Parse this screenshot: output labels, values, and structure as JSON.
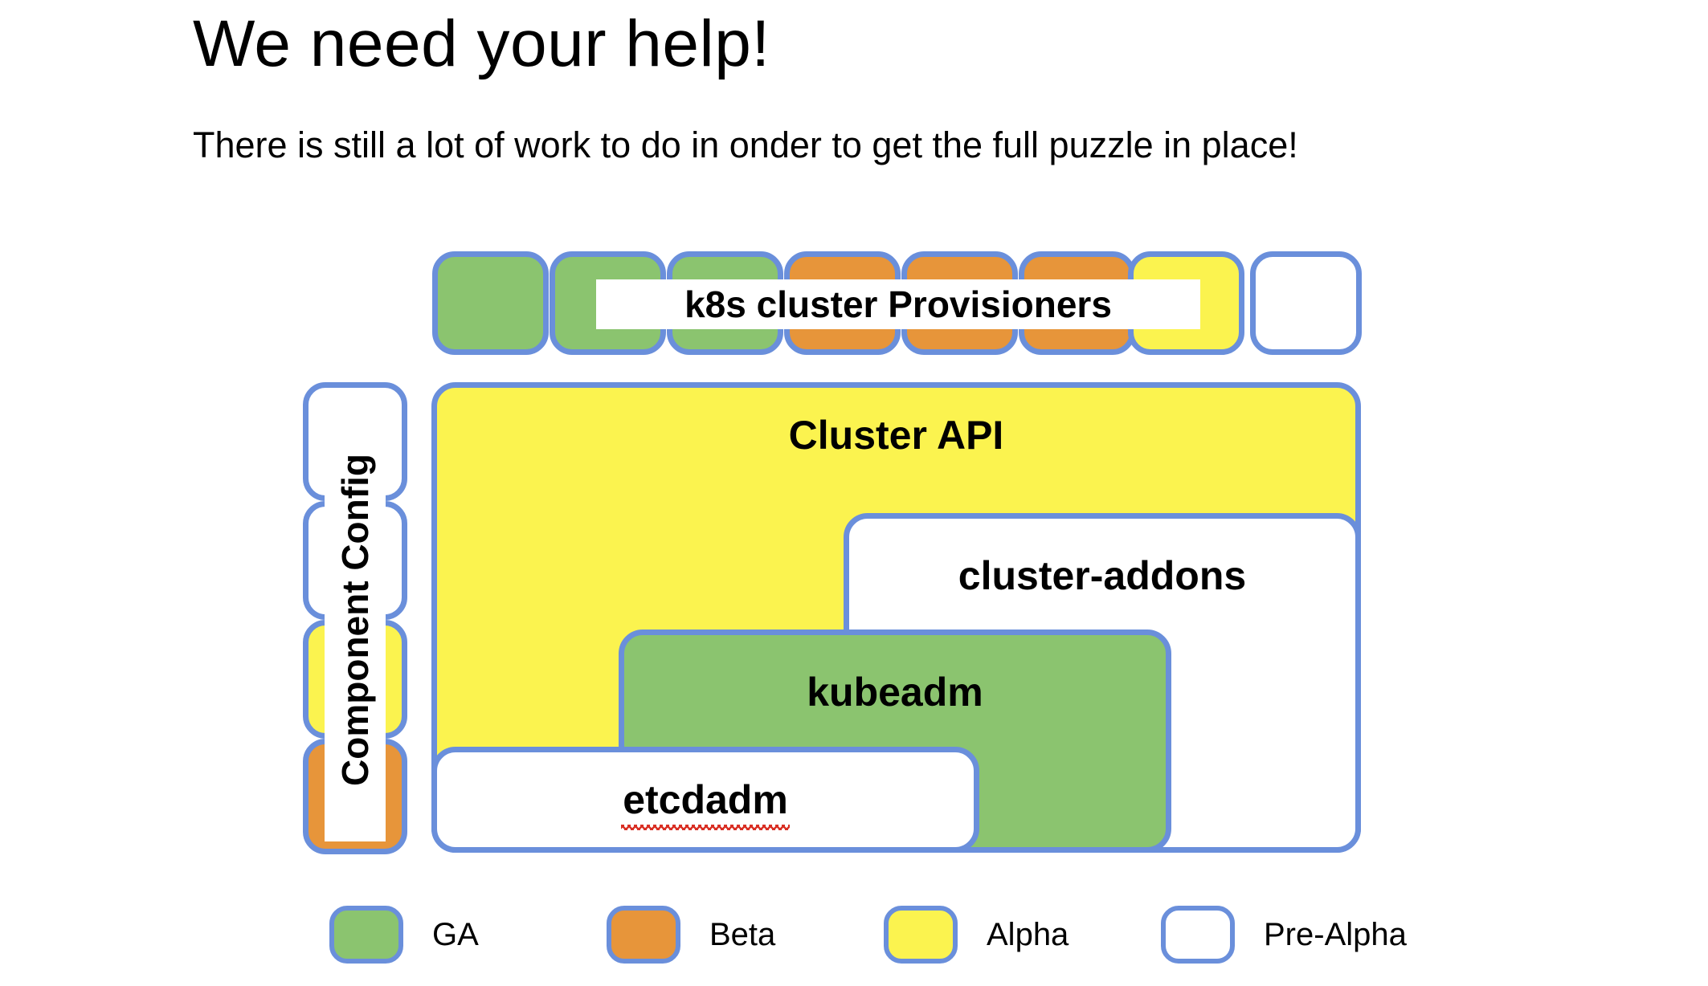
{
  "slide": {
    "title": "We need your help!",
    "subtitle": "There is still a lot of work to do in onder to get the full puzzle in place!"
  },
  "provisioner_row": {
    "label": "k8s cluster Provisioners",
    "tiles": [
      {
        "status": "GA",
        "color": "#8bc46f"
      },
      {
        "status": "GA",
        "color": "#8bc46f"
      },
      {
        "status": "GA",
        "color": "#8bc46f"
      },
      {
        "status": "Beta",
        "color": "#e7953a"
      },
      {
        "status": "Beta",
        "color": "#e7953a"
      },
      {
        "status": "Beta",
        "color": "#e7953a"
      },
      {
        "status": "Alpha",
        "color": "#fbf34f"
      },
      {
        "status": "Pre-Alpha",
        "color": "#ffffff"
      }
    ]
  },
  "component_config": {
    "label": "Component Config",
    "tiles": [
      {
        "status": "Pre-Alpha",
        "color": "#ffffff"
      },
      {
        "status": "Pre-Alpha",
        "color": "#ffffff"
      },
      {
        "status": "Alpha",
        "color": "#fbf34f"
      },
      {
        "status": "Beta",
        "color": "#e7953a"
      }
    ]
  },
  "stack": {
    "cluster_api": {
      "label": "Cluster API",
      "status": "Alpha",
      "color": "#fbf34f"
    },
    "cluster_addons": {
      "label": "cluster-addons",
      "status": "Pre-Alpha",
      "color": "#ffffff"
    },
    "kubeadm": {
      "label": "kubeadm",
      "status": "GA",
      "color": "#8bc46f"
    },
    "etcdadm": {
      "label": "etcdadm",
      "status": "Pre-Alpha",
      "color": "#ffffff",
      "misspelled": true
    }
  },
  "legend": {
    "items": [
      {
        "label": "GA",
        "color": "#8bc46f"
      },
      {
        "label": "Beta",
        "color": "#e7953a"
      },
      {
        "label": "Alpha",
        "color": "#fbf34f"
      },
      {
        "label": "Pre-Alpha",
        "color": "#ffffff"
      }
    ]
  },
  "colors": {
    "border": "#6a8fdb",
    "ga": "#8bc46f",
    "beta": "#e7953a",
    "alpha": "#fbf34f",
    "prealpha": "#ffffff",
    "spell": "#d93025",
    "text": "#000000",
    "background": "#ffffff"
  }
}
